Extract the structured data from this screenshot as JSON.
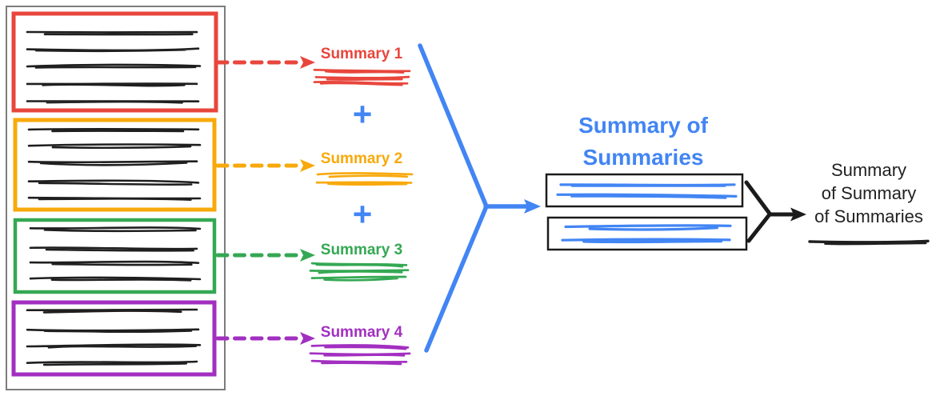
{
  "diagram": {
    "summaries": [
      {
        "label": "Summary 1",
        "color": "#E8463C"
      },
      {
        "label": "Summary 2",
        "color": "#F8A90B"
      },
      {
        "label": "Summary 3",
        "color": "#34A853"
      },
      {
        "label": "Summary 4",
        "color": "#A22FC0"
      }
    ],
    "plus_sign": "+",
    "title": "Summary of Summaries",
    "title_lines": [
      "Summary of",
      "Summaries"
    ],
    "final_label": "Summary of Summary of Summaries",
    "final_lines": [
      "Summary",
      "of Summary",
      "of Summaries"
    ],
    "colors": {
      "blue": "#4285F4",
      "ink": "#1F1F1F",
      "text": "#212121",
      "frame": "#7C7C7C",
      "box_stroke": "#1B1B1B",
      "background": "#FFFFFF"
    }
  }
}
